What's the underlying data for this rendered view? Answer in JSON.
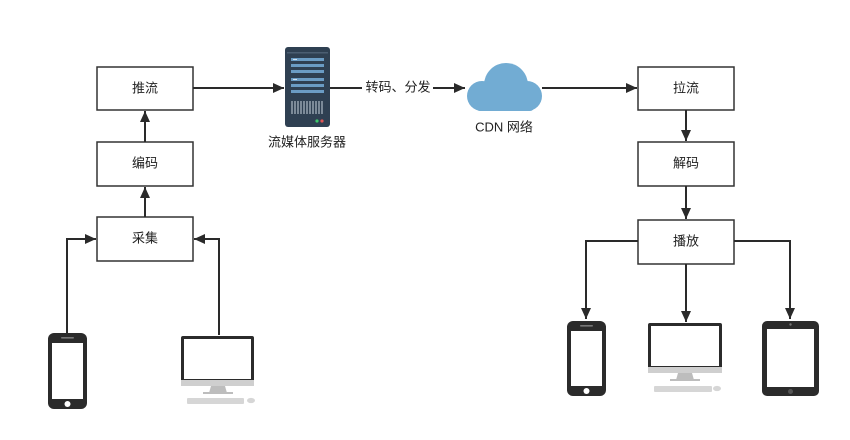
{
  "diagram": {
    "left": {
      "push": "推流",
      "encode": "编码",
      "capture": "采集"
    },
    "server": {
      "label": "流媒体服务器",
      "icon": "server-icon"
    },
    "edge_label": "转码、分发",
    "cdn": {
      "label": "CDN 网络",
      "icon": "cloud-icon"
    },
    "right": {
      "pull": "拉流",
      "decode": "解码",
      "play": "播放"
    },
    "source_devices": [
      "phone-icon",
      "desktop-monitor-icon"
    ],
    "target_devices": [
      "phone-icon",
      "desktop-monitor-icon",
      "tablet-icon"
    ]
  },
  "colors": {
    "line": "#2a2a2a",
    "server_body": "#2f4052",
    "server_bars": "#6b9cc4",
    "cloud": "#72acd3",
    "device_frame": "#2b2b2b",
    "device_accessory": "#d6d6d6"
  }
}
